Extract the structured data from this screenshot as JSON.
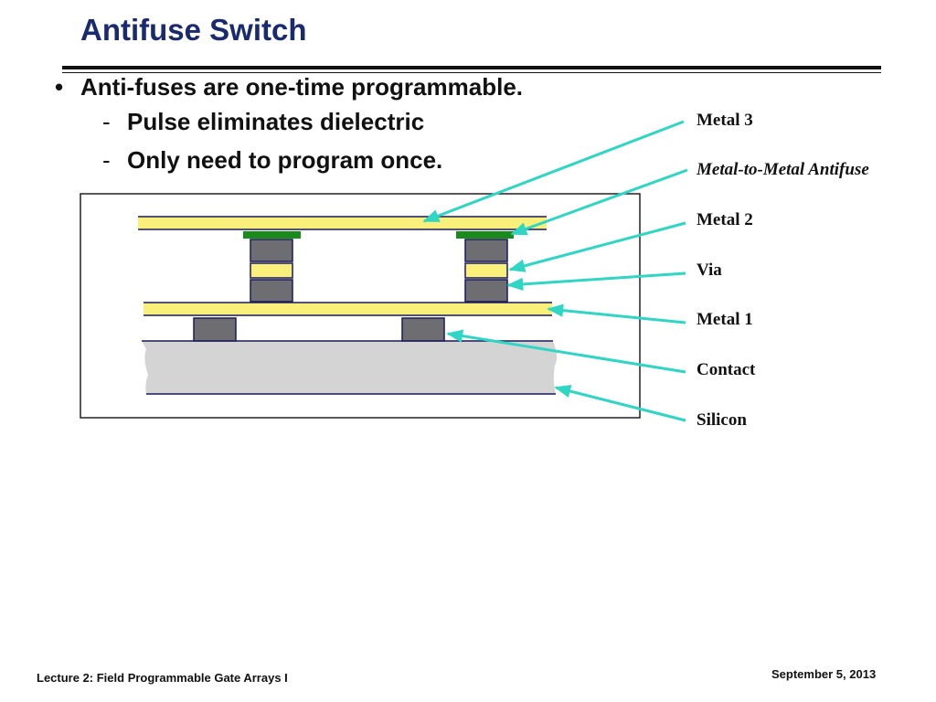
{
  "slide": {
    "title": "Antifuse Switch",
    "bullet": "Anti-fuses are one-time programmable.",
    "bullet_marker": "•",
    "sub_marker": "-",
    "sub_items": [
      "Pulse eliminates dielectric",
      "Only need to program once."
    ]
  },
  "diagram": {
    "labels": [
      "Metal 3",
      "Metal-to-Metal Antifuse",
      "Metal 2",
      "Via",
      "Metal 1",
      "Contact",
      "Silicon"
    ],
    "colors": {
      "metal": "#f8f07a",
      "antifuse": "#1a8a1a",
      "via": "#6e6e72",
      "silicon": "#d4d4d4",
      "outline": "#1a1a5a",
      "arrow": "#2fd6c4"
    }
  },
  "footer": {
    "left": "Lecture 2: Field Programmable Gate Arrays I",
    "right": "September 5, 2013"
  }
}
